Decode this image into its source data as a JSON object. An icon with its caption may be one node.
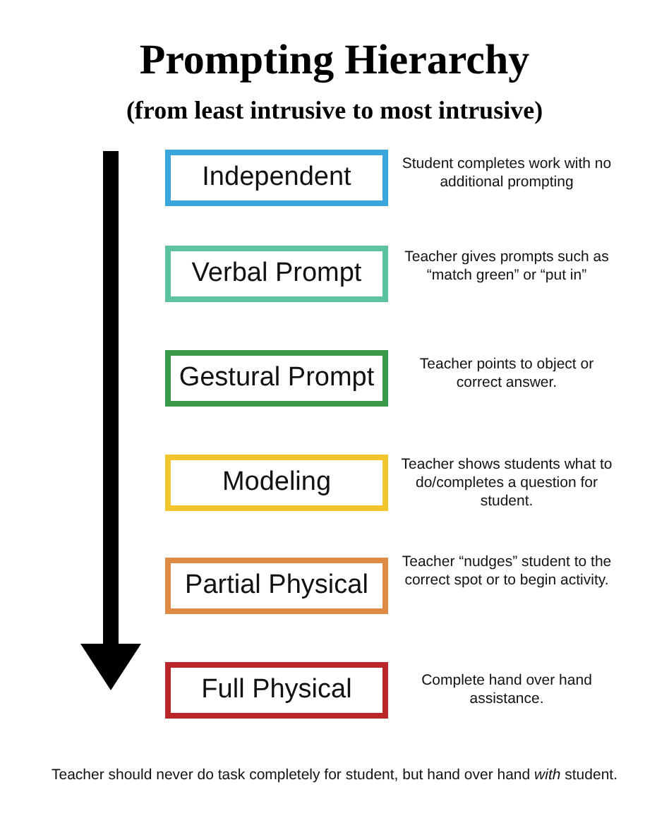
{
  "diagram": {
    "title": "Prompting Hierarchy",
    "caption": "Teacher should never do task completely for student, but hand over hand *with* student.",
    "nodes": [
      {
        "text": [
          "Independent"
        ],
        "beside": [
          "Student completes work with no additional prompting"
        ]
      },
      {
        "text": [
          "Verbal Prompt"
        ],
        "beside": [
          "Teacher gives prompts such as “match green” or “put in”"
        ]
      },
      {
        "text": [
          "Gestural Prompt"
        ],
        "beside": [
          "Teacher points to object or correct answer."
        ]
      },
      {
        "text": [
          "Modeling"
        ],
        "beside": [
          "Teacher shows students what to do/completes a question for student."
        ]
      },
      {
        "text": [
          "Partial Physical"
        ],
        "beside": [
          "Teacher “nudges” student to the correct spot or to begin activity."
        ]
      },
      {
        "text": [
          "Full Physical"
        ],
        "beside": [
          "Complete hand over hand assistance."
        ]
      }
    ],
    "edges": [],
    "labels": [
      "(from least intrusive to most intrusive)"
    ]
  }
}
